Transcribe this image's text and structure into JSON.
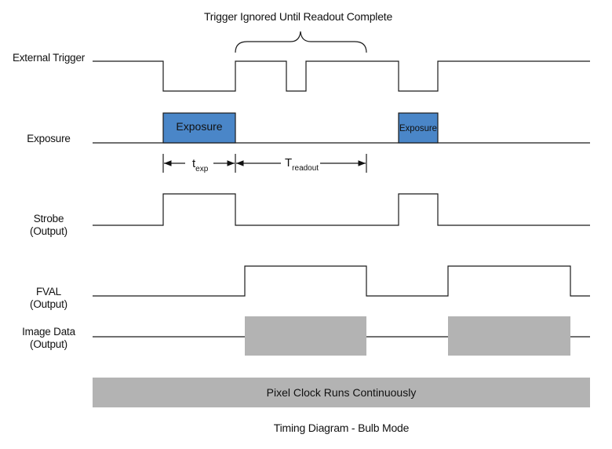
{
  "header": {
    "annotation": "Trigger Ignored Until Readout Complete"
  },
  "signals": {
    "external_trigger": {
      "label": "External Trigger"
    },
    "exposure": {
      "label": "Exposure",
      "box1": "Exposure",
      "box2": "Exposure"
    },
    "strobe": {
      "label_line1": "Strobe",
      "label_line2": "(Output)"
    },
    "fval": {
      "label_line1": "FVAL",
      "label_line2": "(Output)"
    },
    "image_data": {
      "label_line1": "Image Data",
      "label_line2": "(Output)"
    }
  },
  "timing": {
    "t_exp": {
      "main": "t",
      "sub": "exp"
    },
    "t_readout": {
      "main": "T",
      "sub": "readout"
    }
  },
  "pixel_clock": {
    "label": "Pixel Clock Runs Continuously"
  },
  "footer": {
    "caption": "Timing Diagram - Bulb Mode"
  },
  "colors": {
    "exposure_fill": "#4a86c8",
    "data_fill": "#b3b3b3",
    "line": "#1a1a1a"
  }
}
